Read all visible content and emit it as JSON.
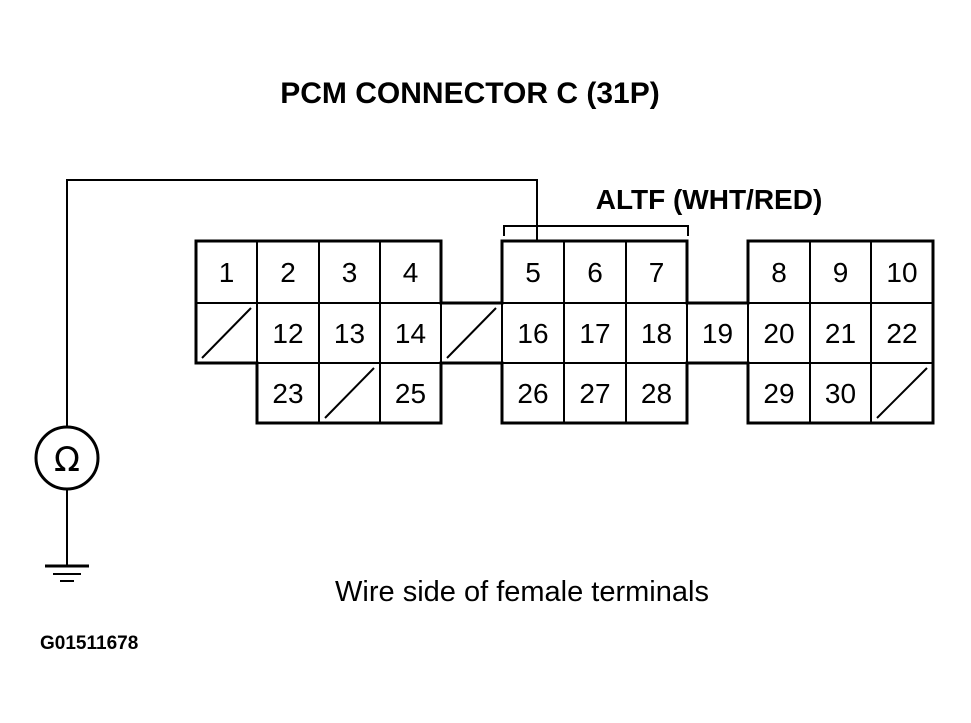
{
  "title": "PCM CONNECTOR C (31P)",
  "signal_label": "ALTF (WHT/RED)",
  "caption": "Wire side of female terminals",
  "figure_id": "G01511678",
  "meter_symbol": "Ω",
  "icons": {
    "meter": "ohmmeter-icon",
    "ground": "ground-icon"
  },
  "connector": {
    "rows": [
      [
        "1",
        "2",
        "3",
        "4",
        "",
        "5",
        "6",
        "7",
        "",
        "8",
        "9",
        "10"
      ],
      [
        "/",
        "12",
        "13",
        "14",
        "/",
        "16",
        "17",
        "18",
        "19",
        "20",
        "21",
        "22"
      ],
      [
        "",
        "23",
        "/",
        "25",
        "",
        "26",
        "27",
        "28",
        "",
        "29",
        "30",
        "/"
      ]
    ],
    "probed_terminal": "5"
  }
}
